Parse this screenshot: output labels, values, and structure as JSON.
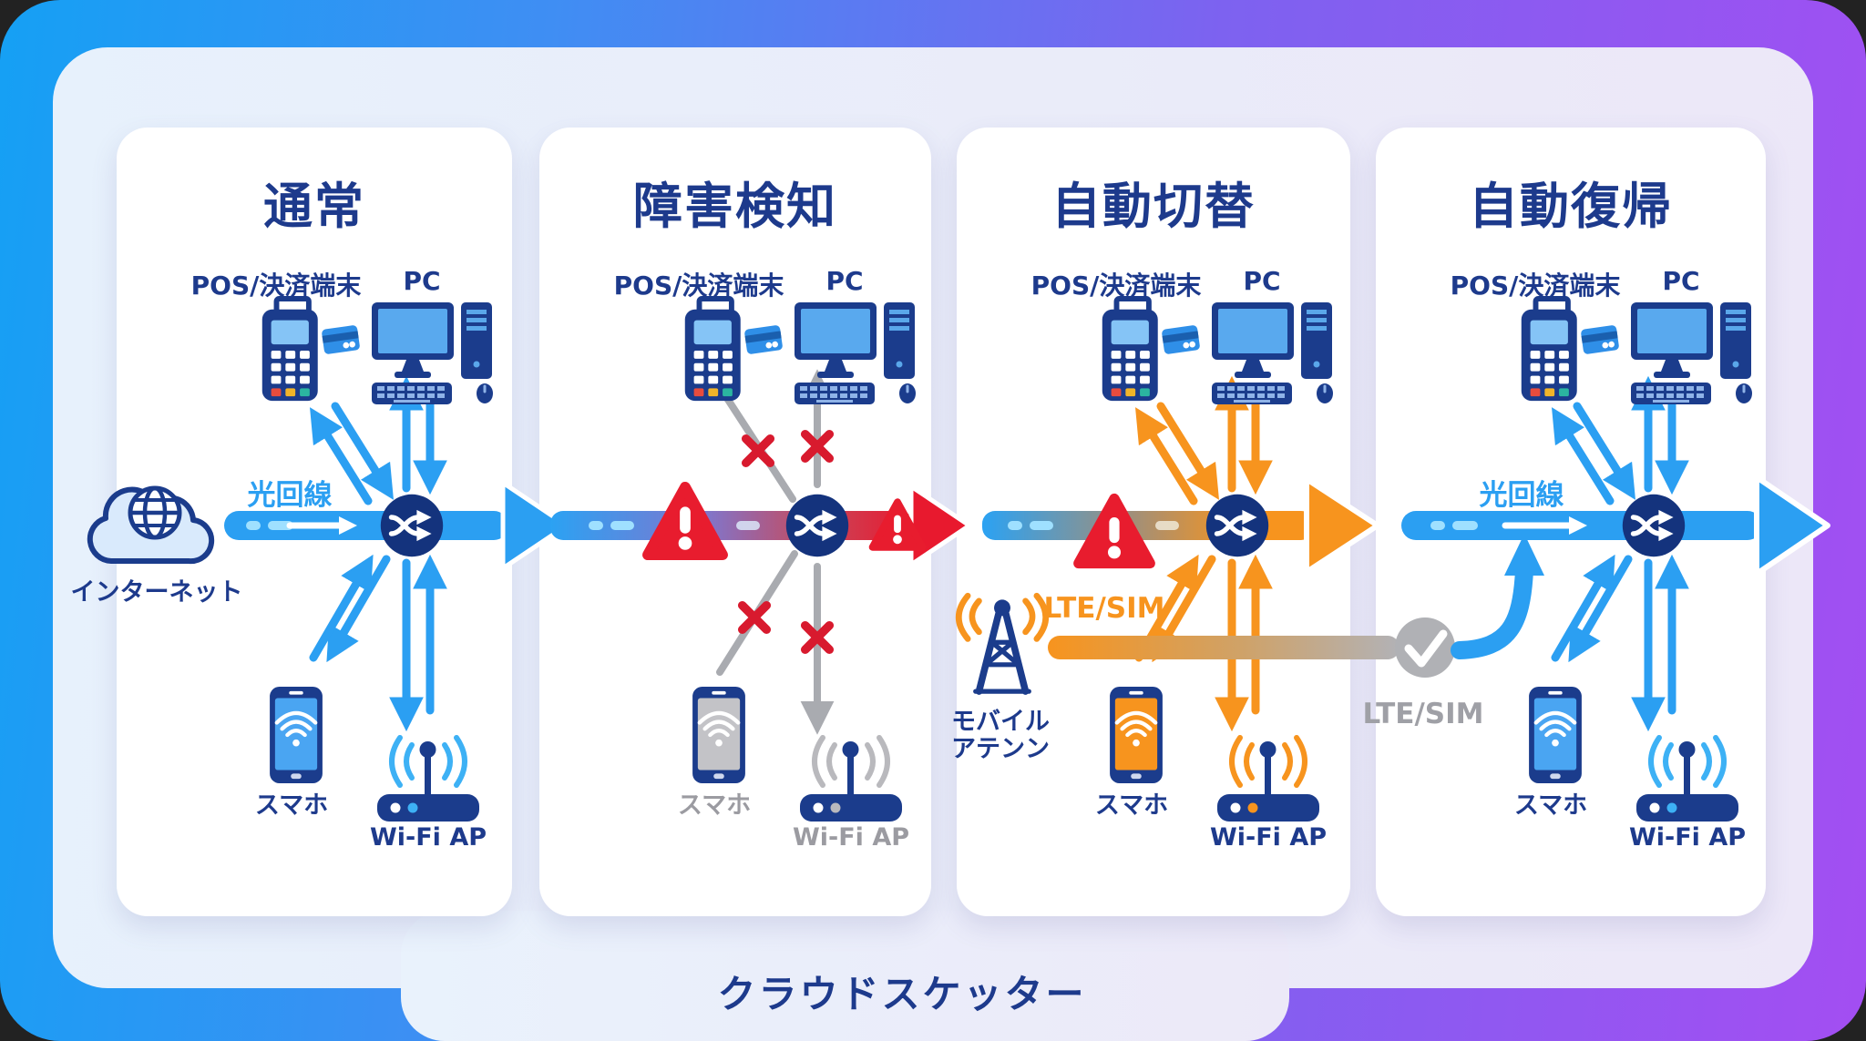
{
  "panels": [
    {
      "title": "通常",
      "pos_label": "POS/決済端末",
      "pc_label": "PC",
      "phone_label": "スマホ",
      "ap_label": "Wi-Fi AP",
      "line_label": "光回線"
    },
    {
      "title": "障害検知",
      "pos_label": "POS/決済端末",
      "pc_label": "PC",
      "phone_label": "スマホ",
      "ap_label": "Wi-Fi AP"
    },
    {
      "title": "自動切替",
      "pos_label": "POS/決済端末",
      "pc_label": "PC",
      "phone_label": "スマホ",
      "ap_label": "Wi-Fi AP",
      "lte_label": "LTE/SIM",
      "antenna_label_line1": "モバイル",
      "antenna_label_line2": "アテンン"
    },
    {
      "title": "自動復帰",
      "pos_label": "POS/決済端末",
      "pc_label": "PC",
      "phone_label": "スマホ",
      "ap_label": "Wi-Fi AP",
      "line_label": "光回線",
      "lte_label": "LTE/SIM"
    }
  ],
  "internet_label": "インターネット",
  "footer_label": "クラウドスケッター",
  "colors": {
    "normal_flow": "#2b9ff2",
    "backup_flow": "#f7941e",
    "alert": "#e8192e",
    "inactive": "#a9abb0",
    "navy": "#1d3a8c"
  },
  "icons": {
    "internet": "cloud-globe-icon",
    "router": "shuffle-router-icon",
    "pos": "pos-terminal-icon",
    "pc": "desktop-pc-icon",
    "phone": "smartphone-icon",
    "ap": "wifi-ap-icon",
    "antenna": "mobile-antenna-icon",
    "warning": "warning-triangle-icon",
    "failure": "x-mark-icon",
    "recovered": "check-circle-icon"
  }
}
